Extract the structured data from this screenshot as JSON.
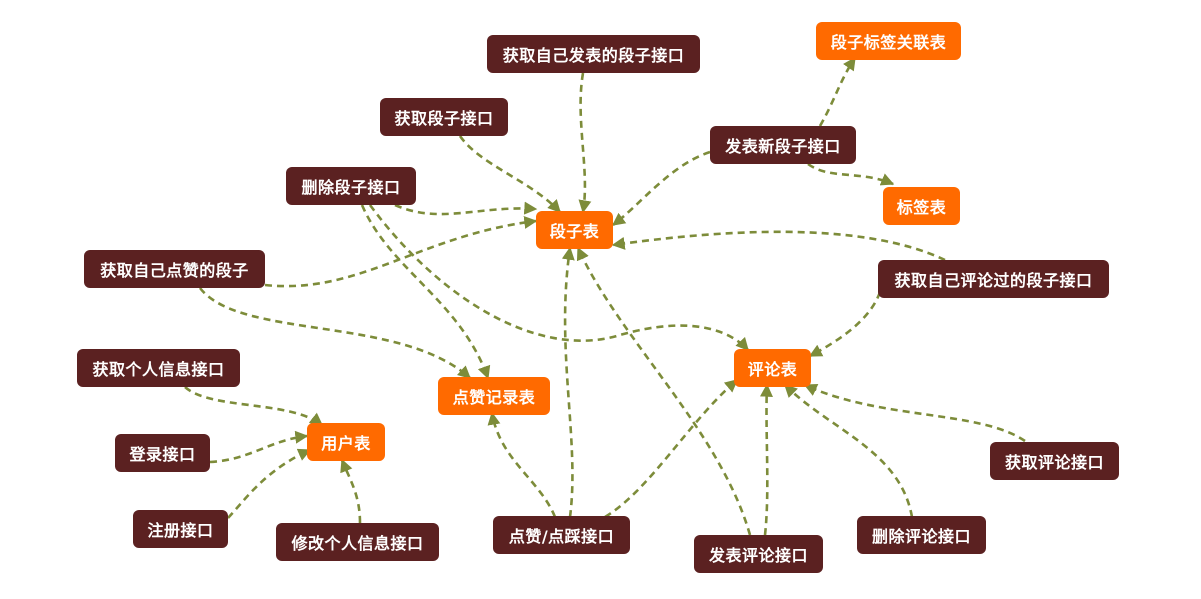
{
  "colors": {
    "api_node": "#5b2121",
    "table_node": "#ff6a00",
    "edge": "#7d8c3a"
  },
  "nodes": {
    "tag_rel_table": "段子标签关联表",
    "get_own_posted_api": "获取自己发表的段子接口",
    "get_jokes_api": "获取段子接口",
    "publish_joke_api": "发表新段子接口",
    "delete_joke_api": "删除段子接口",
    "tag_table": "标签表",
    "joke_table": "段子表",
    "get_own_liked_api": "获取自己点赞的段子",
    "get_own_commented_api": "获取自己评论过的段子接口",
    "get_profile_api": "获取个人信息接口",
    "comment_table": "评论表",
    "like_record_table": "点赞记录表",
    "user_table": "用户表",
    "login_api": "登录接口",
    "get_comments_api": "获取评论接口",
    "register_api": "注册接口",
    "edit_profile_api": "修改个人信息接口",
    "like_dislike_api": "点赞/点踩接口",
    "delete_comment_api": "删除评论接口",
    "post_comment_api": "发表评论接口"
  }
}
